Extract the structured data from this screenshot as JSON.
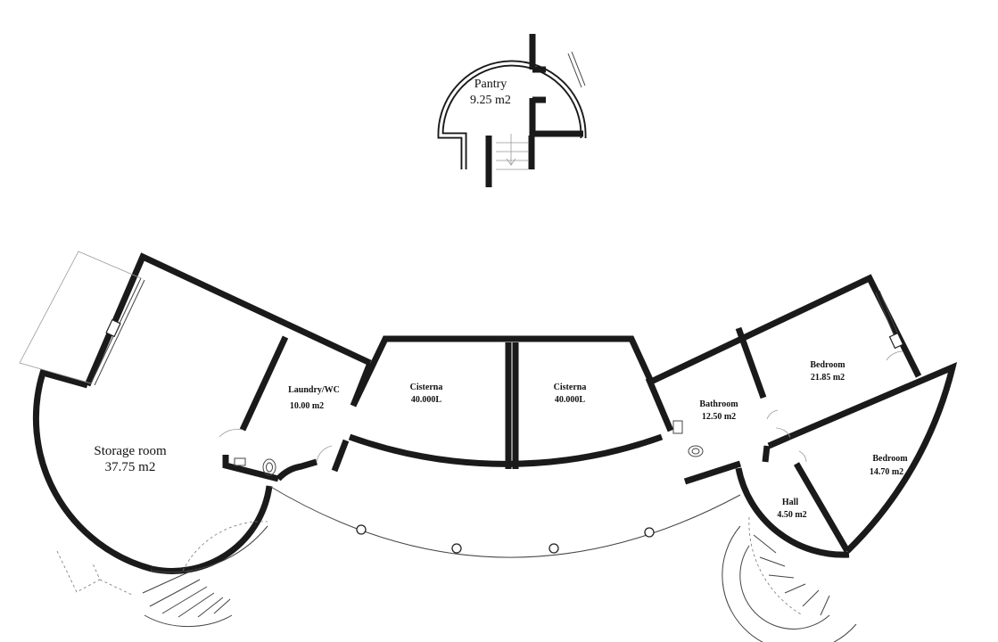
{
  "rooms": {
    "pantry": {
      "name": "Pantry",
      "area": "9.25 m2"
    },
    "storage": {
      "name": "Storage room",
      "area": "37.75 m2"
    },
    "laundry": {
      "name": "Laundry/WC",
      "area": "10.00 m2"
    },
    "cistern_left": {
      "name": "Cisterna",
      "area": "40.000L"
    },
    "cistern_right": {
      "name": "Cisterna",
      "area": "40.000L"
    },
    "bathroom": {
      "name": "Bathroom",
      "area": "12.50 m2"
    },
    "bedroom_top": {
      "name": "Bedroom",
      "area": "21.85 m2"
    },
    "bedroom_bottom": {
      "name": "Bedroom",
      "area": "14.70 m2"
    },
    "hall": {
      "name": "Hall",
      "area": "4.50 m2"
    }
  },
  "colors": {
    "wall": "#1a1a1a",
    "background": "#ffffff"
  }
}
